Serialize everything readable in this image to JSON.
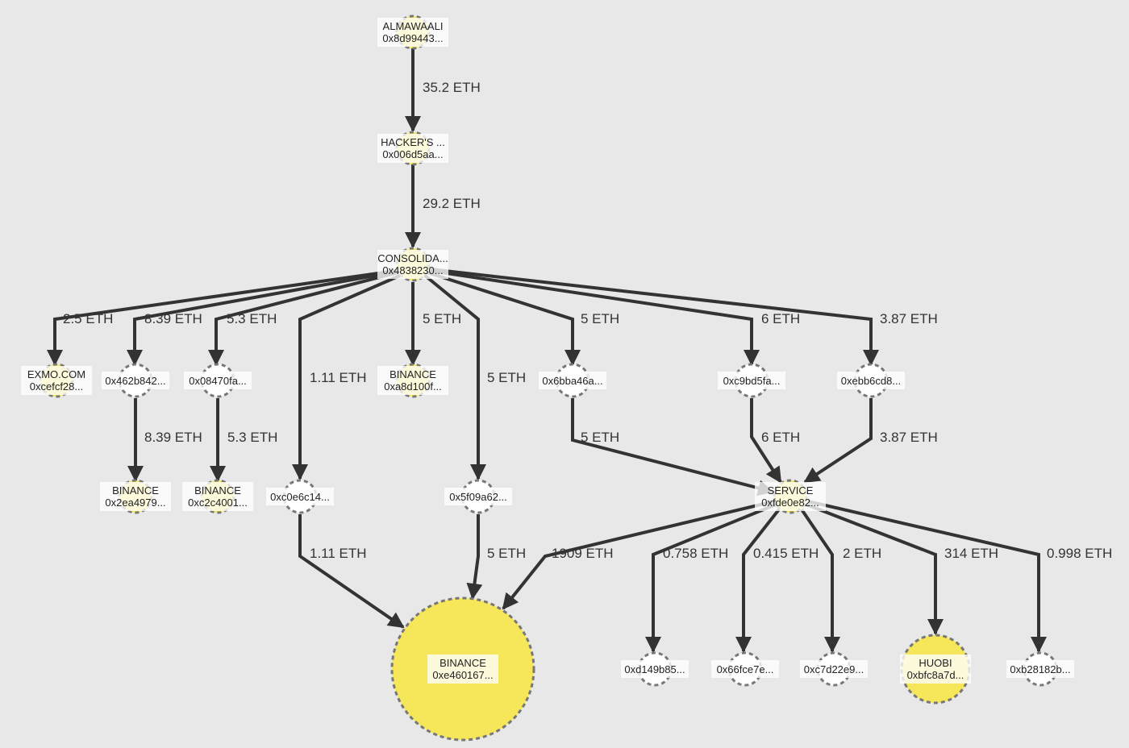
{
  "colors": {
    "background": "#e8e8e8",
    "edge": "#333333",
    "labeled_node_fill": "#f5e65a",
    "unlabeled_node_fill": "#ffffff",
    "node_border": "#777777"
  },
  "nodes": [
    {
      "id": "almawaali",
      "label": "ALMAWAALI",
      "address": "0x8d99443...",
      "labeled": true
    },
    {
      "id": "hacker",
      "label": "HACKER'S ...",
      "address": "0x006d5aa...",
      "labeled": true
    },
    {
      "id": "consolida",
      "label": "CONSOLIDA...",
      "address": "0x4838230...",
      "labeled": true
    },
    {
      "id": "exmo",
      "label": "EXMO.COM",
      "address": "0xcefcf28...",
      "labeled": true
    },
    {
      "id": "n462b",
      "label": "",
      "address": "0x462b842...",
      "labeled": false
    },
    {
      "id": "n0847",
      "label": "",
      "address": "0x08470fa...",
      "labeled": false
    },
    {
      "id": "binance_a8d",
      "label": "BINANCE",
      "address": "0xa8d100f...",
      "labeled": true
    },
    {
      "id": "n6bba",
      "label": "",
      "address": "0x6bba46a...",
      "labeled": false
    },
    {
      "id": "nc9bd",
      "label": "",
      "address": "0xc9bd5fa...",
      "labeled": false
    },
    {
      "id": "nebb6",
      "label": "",
      "address": "0xebb6cd8...",
      "labeled": false
    },
    {
      "id": "binance_2ea",
      "label": "BINANCE",
      "address": "0x2ea4979...",
      "labeled": true
    },
    {
      "id": "binance_c2c",
      "label": "BINANCE",
      "address": "0xc2c4001...",
      "labeled": true
    },
    {
      "id": "nc0e6",
      "label": "",
      "address": "0xc0e6c14...",
      "labeled": false
    },
    {
      "id": "n5f09",
      "label": "",
      "address": "0x5f09a62...",
      "labeled": false
    },
    {
      "id": "service",
      "label": "SERVICE",
      "address": "0xfde0e82...",
      "labeled": true
    },
    {
      "id": "binance_e46",
      "label": "BINANCE",
      "address": "0xe460167...",
      "labeled": true
    },
    {
      "id": "nd149",
      "label": "",
      "address": "0xd149b85...",
      "labeled": false
    },
    {
      "id": "n66fc",
      "label": "",
      "address": "0x66fce7e...",
      "labeled": false
    },
    {
      "id": "nc7d2",
      "label": "",
      "address": "0xc7d22e9...",
      "labeled": false
    },
    {
      "id": "huobi",
      "label": "HUOBI",
      "address": "0xbfc8a7d...",
      "labeled": true
    },
    {
      "id": "nb281",
      "label": "",
      "address": "0xb28182b...",
      "labeled": false
    }
  ],
  "edges": [
    {
      "from": "almawaali",
      "to": "hacker",
      "amount": "35.2 ETH"
    },
    {
      "from": "hacker",
      "to": "consolida",
      "amount": "29.2 ETH"
    },
    {
      "from": "consolida",
      "to": "exmo",
      "amount": "2.5 ETH"
    },
    {
      "from": "consolida",
      "to": "n462b",
      "amount": "8.39 ETH"
    },
    {
      "from": "consolida",
      "to": "n0847",
      "amount": "5.3 ETH"
    },
    {
      "from": "consolida",
      "to": "nc0e6",
      "amount": "1.11 ETH"
    },
    {
      "from": "consolida",
      "to": "binance_a8d",
      "amount": "5 ETH"
    },
    {
      "from": "consolida",
      "to": "n5f09",
      "amount": "5 ETH"
    },
    {
      "from": "consolida",
      "to": "n6bba",
      "amount": "5 ETH"
    },
    {
      "from": "consolida",
      "to": "nc9bd",
      "amount": "6 ETH"
    },
    {
      "from": "consolida",
      "to": "nebb6",
      "amount": "3.87 ETH"
    },
    {
      "from": "n462b",
      "to": "binance_2ea",
      "amount": "8.39 ETH"
    },
    {
      "from": "n0847",
      "to": "binance_c2c",
      "amount": "5.3 ETH"
    },
    {
      "from": "n6bba",
      "to": "service",
      "amount": "5 ETH"
    },
    {
      "from": "nc9bd",
      "to": "service",
      "amount": "6 ETH"
    },
    {
      "from": "nebb6",
      "to": "service",
      "amount": "3.87 ETH"
    },
    {
      "from": "nc0e6",
      "to": "binance_e46",
      "amount": "1.11 ETH"
    },
    {
      "from": "n5f09",
      "to": "binance_e46",
      "amount": "5 ETH"
    },
    {
      "from": "service",
      "to": "binance_e46",
      "amount": "1909 ETH"
    },
    {
      "from": "service",
      "to": "nd149",
      "amount": "0.758 ETH"
    },
    {
      "from": "service",
      "to": "n66fc",
      "amount": "0.415 ETH"
    },
    {
      "from": "service",
      "to": "nc7d2",
      "amount": "2 ETH"
    },
    {
      "from": "service",
      "to": "huobi",
      "amount": "314 ETH"
    },
    {
      "from": "service",
      "to": "nb281",
      "amount": "0.998 ETH"
    }
  ]
}
